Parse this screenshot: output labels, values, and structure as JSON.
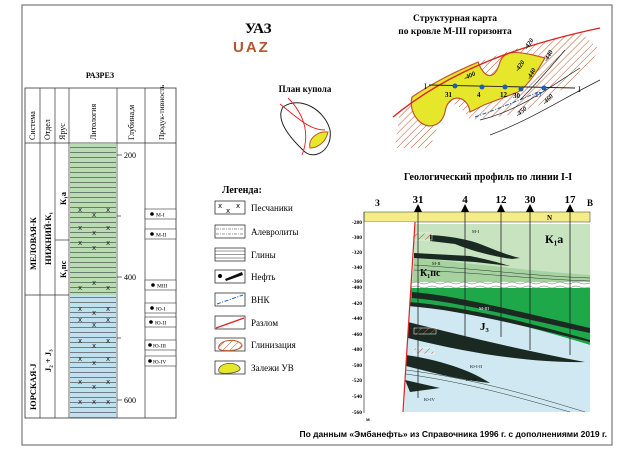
{
  "title": {
    "ru": "УАЗ",
    "en": "UAZ"
  },
  "colors": {
    "title_en": "#b5542f",
    "fault": "#e02020",
    "oil_zone": "#e6e62a",
    "clay_zone": "#c0552a",
    "green_light": "#c7e3c0",
    "green_mid": "#a6d2a0",
    "green_dark": "#1fa84a",
    "blue": "#cfe8f2",
    "owc": "#1f5fb0"
  },
  "section": {
    "title": "РАЗРЕЗ",
    "headers": [
      "Система",
      "Отдел",
      "Ярус",
      "Литология",
      "Глубина,м",
      "Продук-тивность"
    ],
    "systems": [
      "МЕЛОВАЯ-К",
      "ЮРСКАЯ-J"
    ],
    "series": [
      "НИЖНИЙ-К₁",
      "J₂ + J₃"
    ],
    "stages": [
      "К₁а",
      "К₁пс"
    ],
    "depth_ticks": [
      "200",
      "400",
      "600"
    ],
    "horizons": [
      "М-I",
      "М-II",
      "МIII",
      "Ю-I",
      "Ю-II",
      "Ю-III",
      "Ю-IV"
    ]
  },
  "dome_plan": {
    "title": "План купола"
  },
  "legend": {
    "title": "Легенда:",
    "items": [
      {
        "label": "Песчаники",
        "icon": "sandstone-icon"
      },
      {
        "label": "Алевролиты",
        "icon": "siltstone-icon"
      },
      {
        "label": "Глины",
        "icon": "clay-icon"
      },
      {
        "label": "Нефть",
        "icon": "oil-icon"
      },
      {
        "label": "ВНК",
        "icon": "owc-icon"
      },
      {
        "label": "Разлом",
        "icon": "fault-icon"
      },
      {
        "label": "Глинизация",
        "icon": "clay-zone-icon"
      },
      {
        "label": "Залежи УВ",
        "icon": "hydrocarbon-icon"
      }
    ]
  },
  "structure_map": {
    "title_line1": "Структурная карта",
    "title_line2": "по кровле М-III горизонта",
    "line_label": "I",
    "wells": [
      "31",
      "4",
      "12",
      "30",
      "17"
    ],
    "contours": [
      "-400",
      "-420",
      "-420",
      "-440",
      "-440",
      "-450",
      "-460"
    ]
  },
  "profile": {
    "title": "Геологический профиль по линии I-I",
    "west": "З",
    "east": "В",
    "wells": [
      "31",
      "4",
      "12",
      "30",
      "17"
    ],
    "depths_upper": [
      "-280",
      "-300",
      "-320",
      "-340",
      "-360"
    ],
    "depths_lower": [
      "-400",
      "-420",
      "-440",
      "-460",
      "-480",
      "-500",
      "-520",
      "-540",
      "-560"
    ],
    "unit": "м",
    "labels": {
      "n": "N",
      "k1a": "К₁а",
      "k1nc": "К₁пс",
      "j3": "J₃",
      "m1": "М-I",
      "m2": "М-II",
      "m3": "М-III",
      "yu12": "Ю-I-II",
      "yu3": "Ю-III",
      "yu4": "Ю-IV"
    }
  },
  "footer": "По данным «Эмбанефть» из Справочника 1996 г. с дополнениями 2019 г."
}
